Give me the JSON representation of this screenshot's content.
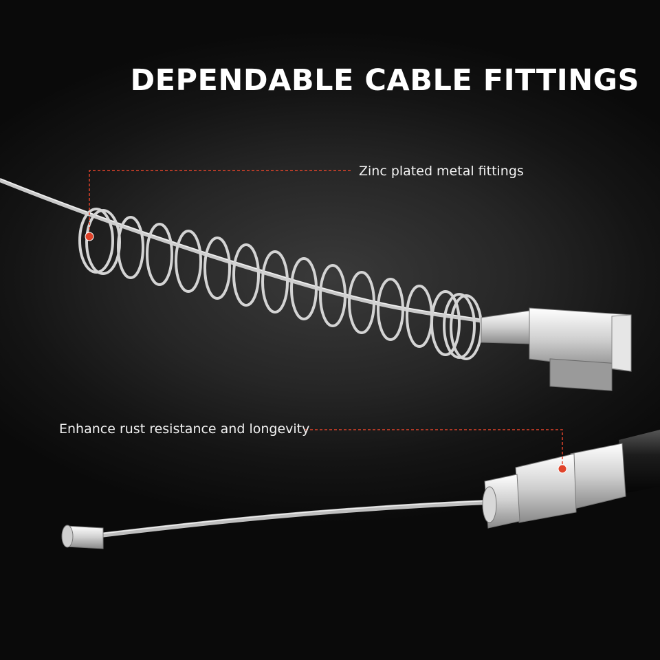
{
  "headline": "DEPENDABLE CABLE FITTINGS",
  "callouts": {
    "top": "Zinc plated metal fittings",
    "bottom": "Enhance rust resistance and longevity"
  },
  "colors": {
    "background": "#1a1a1a",
    "text": "#ffffff",
    "accent": "#e0432a",
    "metal": "#d9d9d9"
  },
  "icons": {
    "spring": "coil-spring",
    "fitting": "cable-end-fitting",
    "ferrule": "cable-ferrule"
  }
}
